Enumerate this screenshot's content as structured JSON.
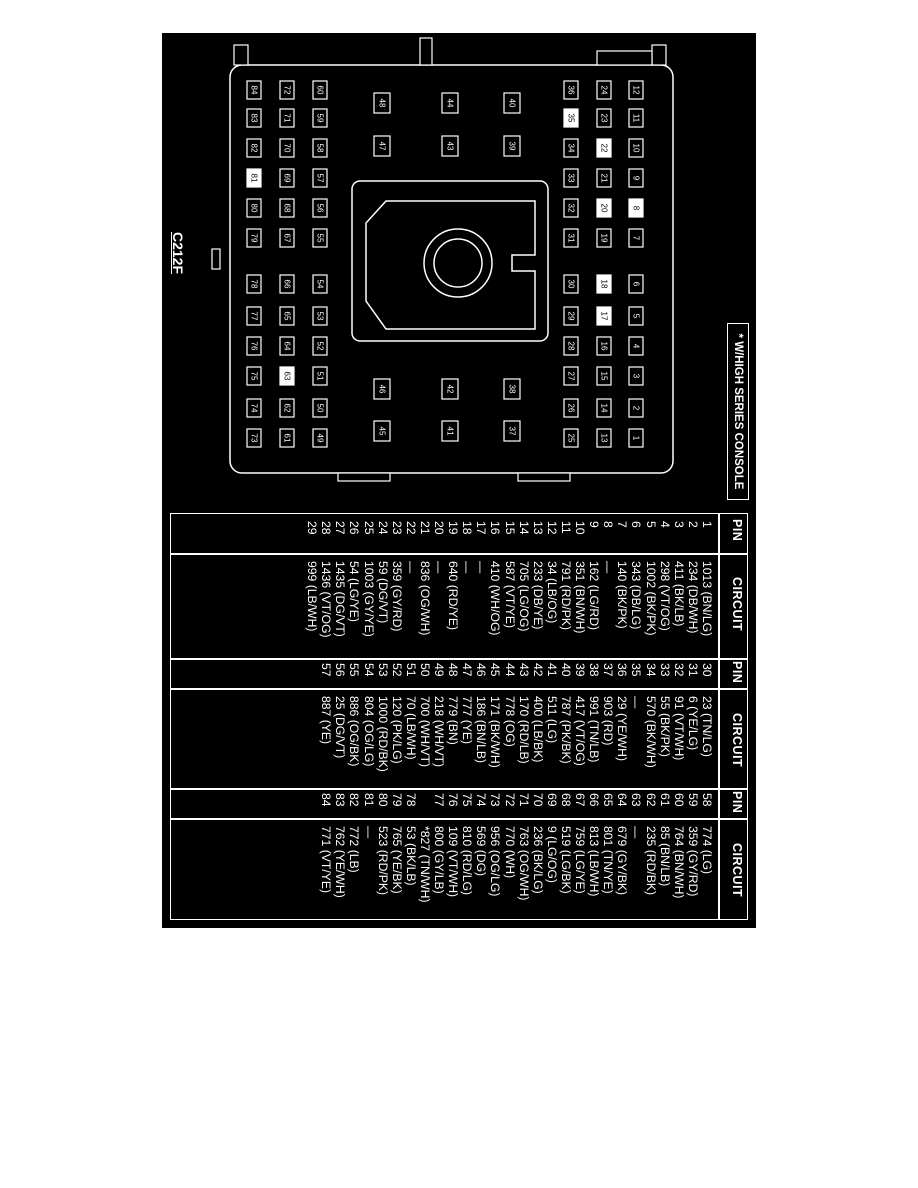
{
  "connector": {
    "name": "C212F",
    "note": "* W/HIGH SERIES CONSOLE",
    "cavities": {
      "right_row_a": [
        "1",
        "2",
        "3",
        "4",
        "5",
        "6",
        "7",
        "8",
        "9",
        "10",
        "11",
        "12"
      ],
      "right_row_b": [
        "13",
        "14",
        "15",
        "16",
        "17",
        "18",
        "19",
        "20",
        "21",
        "22",
        "23",
        "24"
      ],
      "right_row_c": [
        "25",
        "26",
        "27",
        "28",
        "29",
        "30",
        "31",
        "32",
        "33",
        "34",
        "35",
        "36"
      ],
      "mid_right": [
        "37",
        "38",
        "39",
        "40"
      ],
      "mid_center": [
        "41",
        "42",
        "43",
        "44"
      ],
      "mid_left": [
        "45",
        "46",
        "47",
        "48"
      ],
      "left_row_a": [
        "49",
        "50",
        "51",
        "52",
        "53",
        "54",
        "55",
        "56",
        "57",
        "58",
        "59",
        "60"
      ],
      "left_row_b": [
        "61",
        "62",
        "63",
        "64",
        "65",
        "66",
        "67",
        "68",
        "69",
        "70",
        "71",
        "72"
      ],
      "left_row_c": [
        "73",
        "74",
        "75",
        "76",
        "77",
        "78",
        "79",
        "80",
        "81",
        "82",
        "83",
        "84"
      ],
      "highlighted": [
        "8",
        "17",
        "18",
        "20",
        "22",
        "35",
        "63",
        "81"
      ]
    }
  },
  "table": {
    "headers": {
      "pin": "PIN",
      "circuit": "CIRCUIT"
    },
    "col1": [
      [
        "1",
        "1013 (BN/LG)"
      ],
      [
        "2",
        "234 (DB/WH)"
      ],
      [
        "3",
        "411 (BK/LB)"
      ],
      [
        "4",
        "298 (VT/OG)"
      ],
      [
        "5",
        "1002 (BK/PK)"
      ],
      [
        "6",
        "343 (DB/LG)"
      ],
      [
        "7",
        "140 (BK/PK)"
      ],
      [
        "8",
        "—"
      ],
      [
        "9",
        "162 (LG/RD)"
      ],
      [
        "10",
        "351 (BN/WH)"
      ],
      [
        "11",
        "791 (RD/PK)"
      ],
      [
        "12",
        "34 (LB/OG)"
      ],
      [
        "13",
        "233 (DB/YE)"
      ],
      [
        "14",
        "705 (LG/OG)"
      ],
      [
        "15",
        "587 (VT/YE)"
      ],
      [
        "16",
        "410 (WH/OG)"
      ],
      [
        "17",
        "—"
      ],
      [
        "18",
        "—"
      ],
      [
        "19",
        "640 (RD/YE)"
      ],
      [
        "20",
        "—"
      ],
      [
        "21",
        "836 (OG/WH)"
      ],
      [
        "22",
        "—"
      ],
      [
        "23",
        "359 (GY/RD)"
      ],
      [
        "24",
        "59 (DG/VT)"
      ],
      [
        "25",
        "1003 (GY/YE)"
      ],
      [
        "26",
        "54 (LG/YE)"
      ],
      [
        "27",
        "1435 (DG/VT)"
      ],
      [
        "28",
        "1436 (VT/OG)"
      ],
      [
        "29",
        "999 (LB/WH)"
      ]
    ],
    "col2": [
      [
        "30",
        "23 (TN/LG)"
      ],
      [
        "31",
        "6 (YE/LG)"
      ],
      [
        "32",
        "91 (VT/WH)"
      ],
      [
        "33",
        "55 (BK/PK)"
      ],
      [
        "34",
        "570 (BK/WH)"
      ],
      [
        "35",
        "—"
      ],
      [
        "36",
        "29 (YE/WH)"
      ],
      [
        "37",
        "903 (RD)"
      ],
      [
        "38",
        "991 (TN/LB)"
      ],
      [
        "39",
        "417 (VT/OG)"
      ],
      [
        "40",
        "787 (PK/BK)"
      ],
      [
        "41",
        "511 (LG)"
      ],
      [
        "42",
        "400 (LB/BK)"
      ],
      [
        "43",
        "170 (RD/LB)"
      ],
      [
        "44",
        "778 (OG)"
      ],
      [
        "45",
        "171 (BK/WH)"
      ],
      [
        "46",
        "186 (BN/LB)"
      ],
      [
        "47",
        "777 (YE)"
      ],
      [
        "48",
        "779 (BN)"
      ],
      [
        "49",
        "218 (WH/VT)"
      ],
      [
        "50",
        "700 (WH/VT)"
      ],
      [
        "51",
        "70 (LB/WH)"
      ],
      [
        "52",
        "120 (PK/LG)"
      ],
      [
        "53",
        "1000 (RD/BK)"
      ],
      [
        "54",
        "804 (OG/LG)"
      ],
      [
        "55",
        "886 (OG/BK)"
      ],
      [
        "56",
        "25 (DG/VT)"
      ],
      [
        "57",
        "887 (YE)"
      ]
    ],
    "col3": [
      [
        "58",
        "774 (LG)"
      ],
      [
        "59",
        "359 (GY/RD)"
      ],
      [
        "60",
        "764 (BN/WH)"
      ],
      [
        "61",
        "85 (BN/LB)"
      ],
      [
        "62",
        "235 (RD/BK)"
      ],
      [
        "63",
        "—"
      ],
      [
        "64",
        "679 (GY/BK)"
      ],
      [
        "65",
        "801 (TN/YE)"
      ],
      [
        "66",
        "813 (LB/WH)"
      ],
      [
        "67",
        "759 (LG/YE)"
      ],
      [
        "68",
        "519 (LG/BK)"
      ],
      [
        "69",
        "9 (LG/OG)"
      ],
      [
        "70",
        "236 (BK/LG)"
      ],
      [
        "71",
        "763 (OG/WH)"
      ],
      [
        "72",
        "770 (WH)"
      ],
      [
        "73",
        "956 (OG/LG)"
      ],
      [
        "74",
        "569 (DG)"
      ],
      [
        "75",
        "810 (RD/LG)"
      ],
      [
        "76",
        "109 (VT/WH)"
      ],
      [
        "77",
        "800 (GY/LB)"
      ],
      [
        "",
        "*827 (TN/WH)"
      ],
      [
        "78",
        "53 (BK/LB)"
      ],
      [
        "79",
        "765 (YE/BK)"
      ],
      [
        "80",
        "523 (RD/PK)"
      ],
      [
        "81",
        "—"
      ],
      [
        "82",
        "772 (LB)"
      ],
      [
        "83",
        "762 (YE/WH)"
      ],
      [
        "84",
        "771 (VT/YE)"
      ]
    ]
  }
}
